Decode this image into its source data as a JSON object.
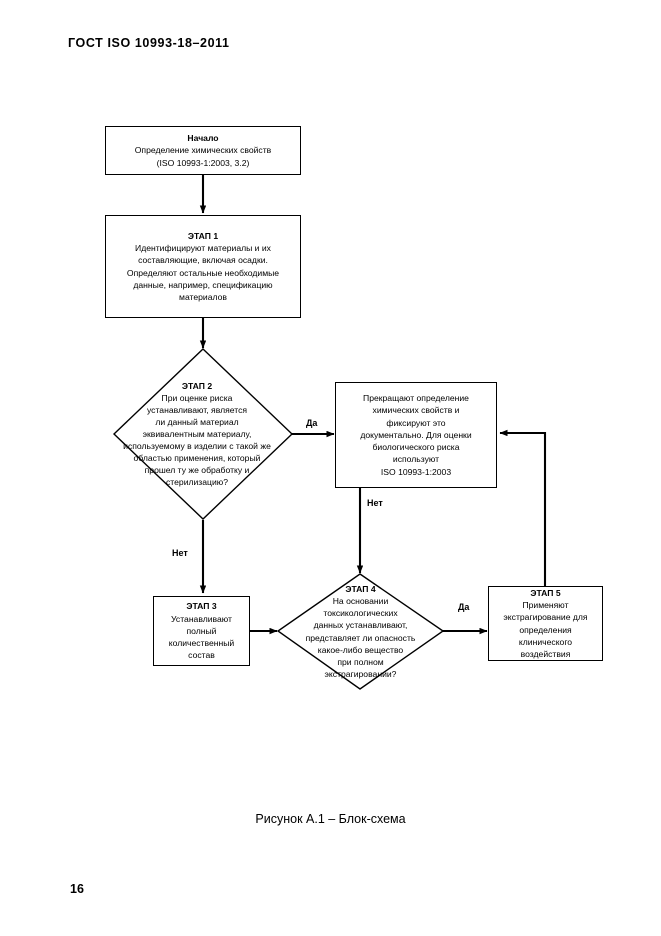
{
  "document": {
    "header": "ГОСТ ISO 10993-18–2011",
    "page_number": "16",
    "figure_caption": "Рисунок А.1 – Блок-схема"
  },
  "flowchart": {
    "nodes": {
      "start": {
        "title": "Начало",
        "line1": "Определение химических свойств",
        "line2": "(ISO 10993-1:2003, 3.2)"
      },
      "stage1": {
        "title": "ЭТАП 1",
        "line1": "Идентифицируют материалы и их",
        "line2": "составляющие, включая осадки.",
        "line3": "Определяют остальные необходимые",
        "line4": "данные, например, спецификацию",
        "line5": "материалов"
      },
      "stage2": {
        "title": "ЭТАП 2",
        "line1": "При оценке риска",
        "line2": "устанавливают, является",
        "line3": "ли данный материал",
        "line4": "эквивалентным материалу,",
        "line5": "используемому в изделии с такой же",
        "line6": "областью применения, который",
        "line7": "прошел ту же обработку и",
        "line8": "стерилизацию?"
      },
      "stop": {
        "line1": "Прекращают определение",
        "line2": "химических свойств и",
        "line3": "фиксируют это",
        "line4": "документально. Для оценки",
        "line5": "биологического риска",
        "line6": "используют",
        "line7": "ISO 10993-1:2003"
      },
      "stage3": {
        "title": "ЭТАП 3",
        "line1": "Устанавливают",
        "line2": "полный",
        "line3": "количественный",
        "line4": "состав"
      },
      "stage4": {
        "title": "ЭТАП 4",
        "line1": "На основании",
        "line2": "токсикологических",
        "line3": "данных устанавливают,",
        "line4": "представляет ли опасность",
        "line5": "какое-либо вещество",
        "line6": "при полном",
        "line7": "экстрагировании?"
      },
      "stage5": {
        "title": "ЭТАП 5",
        "line1": "Применяют",
        "line2": "экстрагирование для",
        "line3": "определения",
        "line4": "клинического",
        "line5": "воздействия"
      }
    },
    "edge_labels": {
      "stage2_yes": "Да",
      "stage2_no": "Нет",
      "stop_no": "Нет",
      "stage4_yes": "Да"
    },
    "colors": {
      "line": "#000000",
      "fill": "#ffffff"
    }
  }
}
